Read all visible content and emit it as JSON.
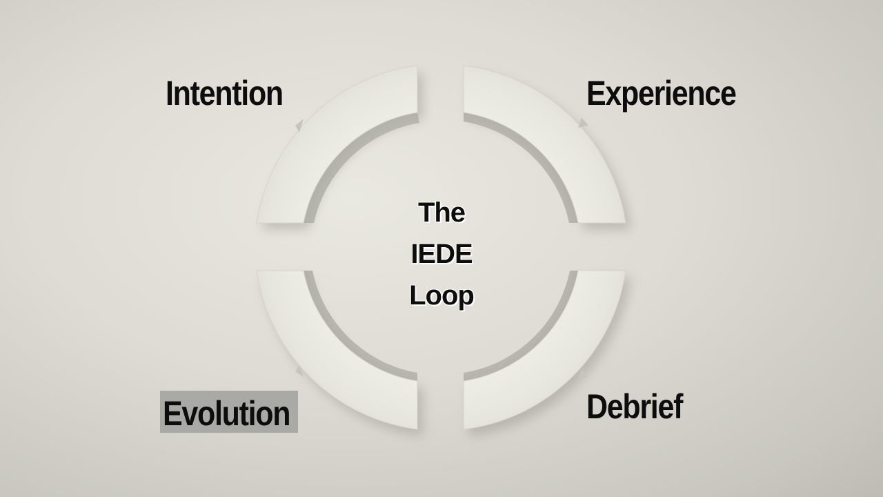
{
  "diagram": {
    "stages": {
      "top_left": "Intention",
      "top_right": "Experience",
      "bottom_right": "Debrief",
      "bottom_left": "Evolution"
    },
    "center": {
      "line1": "The",
      "line2": "IEDE",
      "line3": "Loop"
    }
  },
  "colors": {
    "background": "#dddbd3",
    "segment_face": "#eeeee7",
    "segment_shadow": "#a8a79f",
    "label_text": "#0d0d0d",
    "evolution_highlight": "#a9a9a5"
  }
}
